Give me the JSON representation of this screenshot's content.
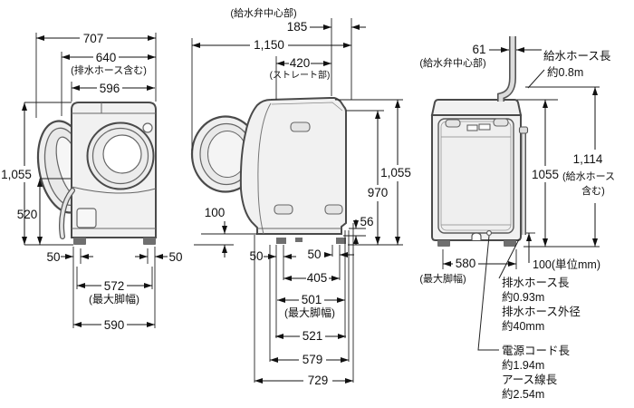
{
  "colors": {
    "line": "#111111",
    "machine_fill": "#f1f1f1",
    "machine_stroke": "#4a4a4a",
    "foot_fill": "#6f6f6f"
  },
  "front_view": {
    "width_total": "707",
    "width_with_hose": "640",
    "width_with_hose_note": "(排水ホース含む)",
    "width_body": "596",
    "height_total": "1,055",
    "height_center": "520",
    "clearance_left": "50",
    "clearance_right": "50",
    "max_foot_width": "572",
    "max_foot_width_note": "(最大脚幅)",
    "base_width": "590"
  },
  "side_view": {
    "valve_center_note": "(給水弁中心部)",
    "valve_offset": "185",
    "depth_total": "1,150",
    "straight_depth": "420",
    "straight_note": "(ストレート部)",
    "height_total": "1,055",
    "height_rear": "970",
    "front_clearance": "100",
    "rear_step": "56",
    "clearance_front": "50",
    "clearance_rear": "50",
    "feet_inner": "405",
    "max_foot_width": "501",
    "max_foot_width_note": "(最大脚幅)",
    "base_depth": "521",
    "body_depth": "579",
    "total_depth": "729"
  },
  "rear_view": {
    "valve_offset": "61",
    "valve_center_note": "(給水弁中心部)",
    "supply_hose_label": "給水ホース長",
    "supply_hose_length": "約0.8m",
    "height_body": "1055",
    "height_with_hose": "1,114",
    "height_with_hose_note1": "(給水ホース",
    "height_with_hose_note2": "含む)",
    "max_foot_width": "580",
    "max_foot_width_note": "(最大脚幅)",
    "unit_note": "100(単位mm)",
    "drain_hose_label": "排水ホース長",
    "drain_hose_length": "約0.93m",
    "drain_hose_od_label": "排水ホース外径",
    "drain_hose_od": "約40mm",
    "power_cord_label": "電源コード長",
    "power_cord_length": "約1.94m",
    "earth_wire_label": "アース線長",
    "earth_wire_length": "約2.54m"
  }
}
